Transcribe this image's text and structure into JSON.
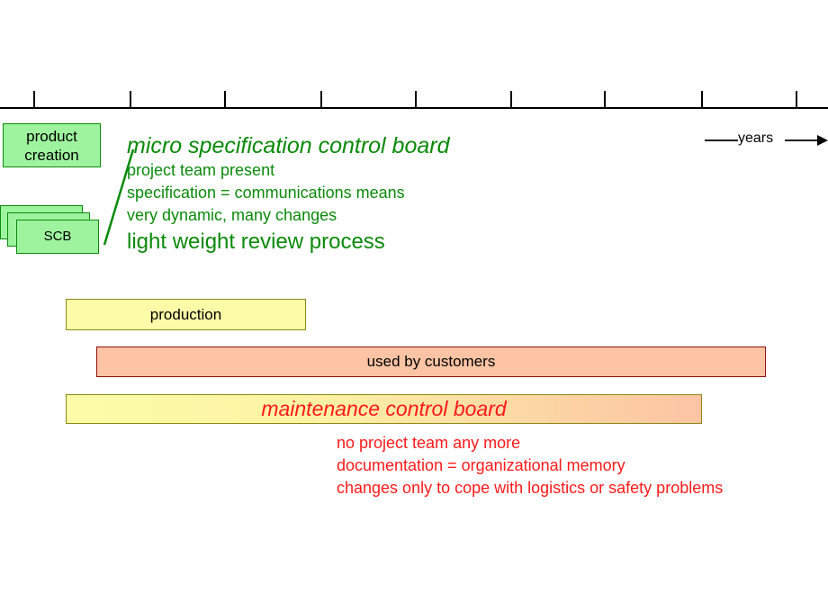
{
  "timeline": {
    "axis_label": "years",
    "tick_count": 9,
    "tick_positions": [
      38,
      145,
      250,
      357,
      462,
      568,
      672,
      780,
      885
    ],
    "axis_color": "#000000"
  },
  "phases": {
    "product_creation": {
      "line1": "product",
      "line2": "creation",
      "fill": "#9ef49e",
      "border": "#0a8a0a"
    },
    "scb": {
      "label": "SCB",
      "stack_count": 3,
      "fill": "#9ef49e",
      "border": "#0a8a0a"
    }
  },
  "creation_notes": {
    "heading": "micro specification control board",
    "bullets": [
      "project team present",
      "specification = communications means",
      "very dynamic, many changes"
    ],
    "footer": "light weight review process",
    "color": "#0a8a0a"
  },
  "bars": {
    "production": {
      "label": "production",
      "fill": "#fcfca8",
      "border": "#8a8a12"
    },
    "customers": {
      "label": "used by customers",
      "fill": "#fcc4a4",
      "border": "#8f0f0f"
    },
    "maintenance": {
      "label": "maintenance control board",
      "fill_start": "#fcfca8",
      "fill_end": "#fcc4a4",
      "border": "#8a8a12",
      "text_color": "#ff1a1a"
    }
  },
  "maintenance_notes": {
    "lines": [
      "no project team any more",
      "documentation = organizational memory",
      "changes only to cope with logistics or safety problems"
    ],
    "color": "#ff1a1a"
  }
}
